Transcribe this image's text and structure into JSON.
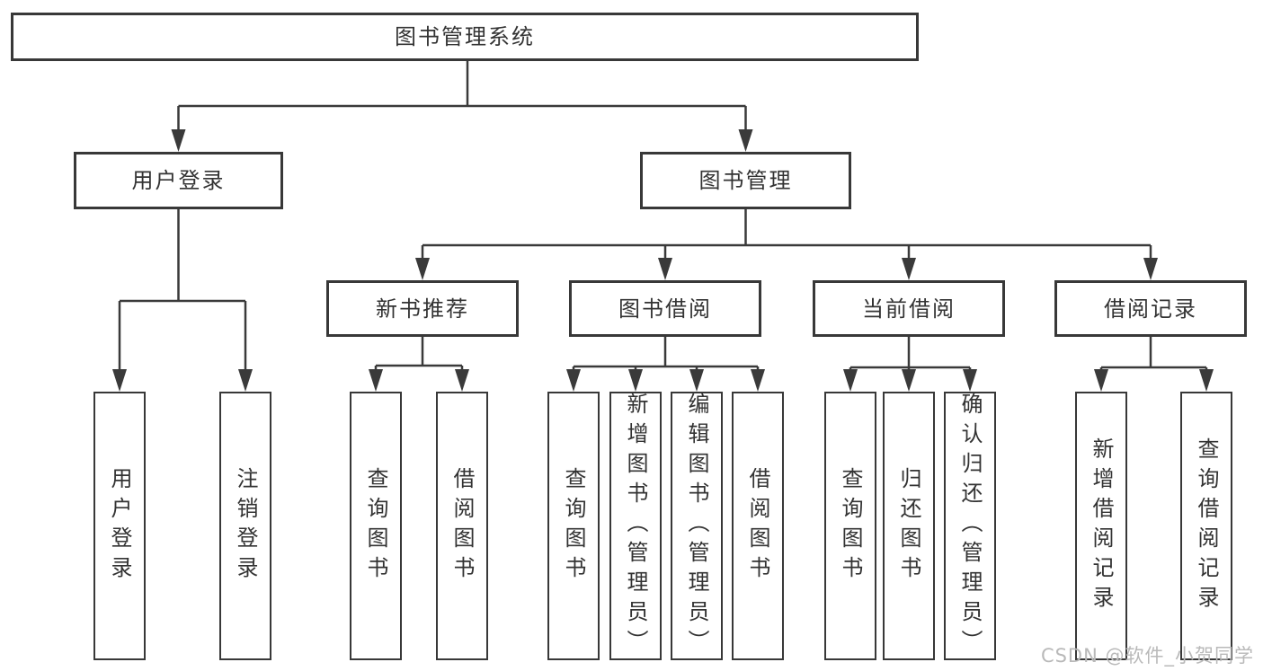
{
  "diagram": {
    "title": "图书管理系统",
    "nodes": {
      "root": "图书管理系统",
      "level2": [
        "用户登录",
        "图书管理"
      ],
      "level3": [
        "新书推荐",
        "图书借阅",
        "当前借阅",
        "借阅记录"
      ],
      "leaves": [
        "用户登录",
        "注销登录",
        "查询图书",
        "借阅图书",
        "查询图书",
        "新增图书（管理员）",
        "编辑图书（管理员）",
        "借阅图书",
        "查询图书",
        "归还图书",
        "确认归还（管理员）",
        "新增借阅记录",
        "查询借阅记录"
      ]
    },
    "colors": {
      "line": "#3a3a3a",
      "border": "#383838",
      "text": "#333333",
      "background": "#ffffff",
      "watermark": "#b9b9b9"
    }
  },
  "watermark": "CSDN @软件_小贺同学"
}
